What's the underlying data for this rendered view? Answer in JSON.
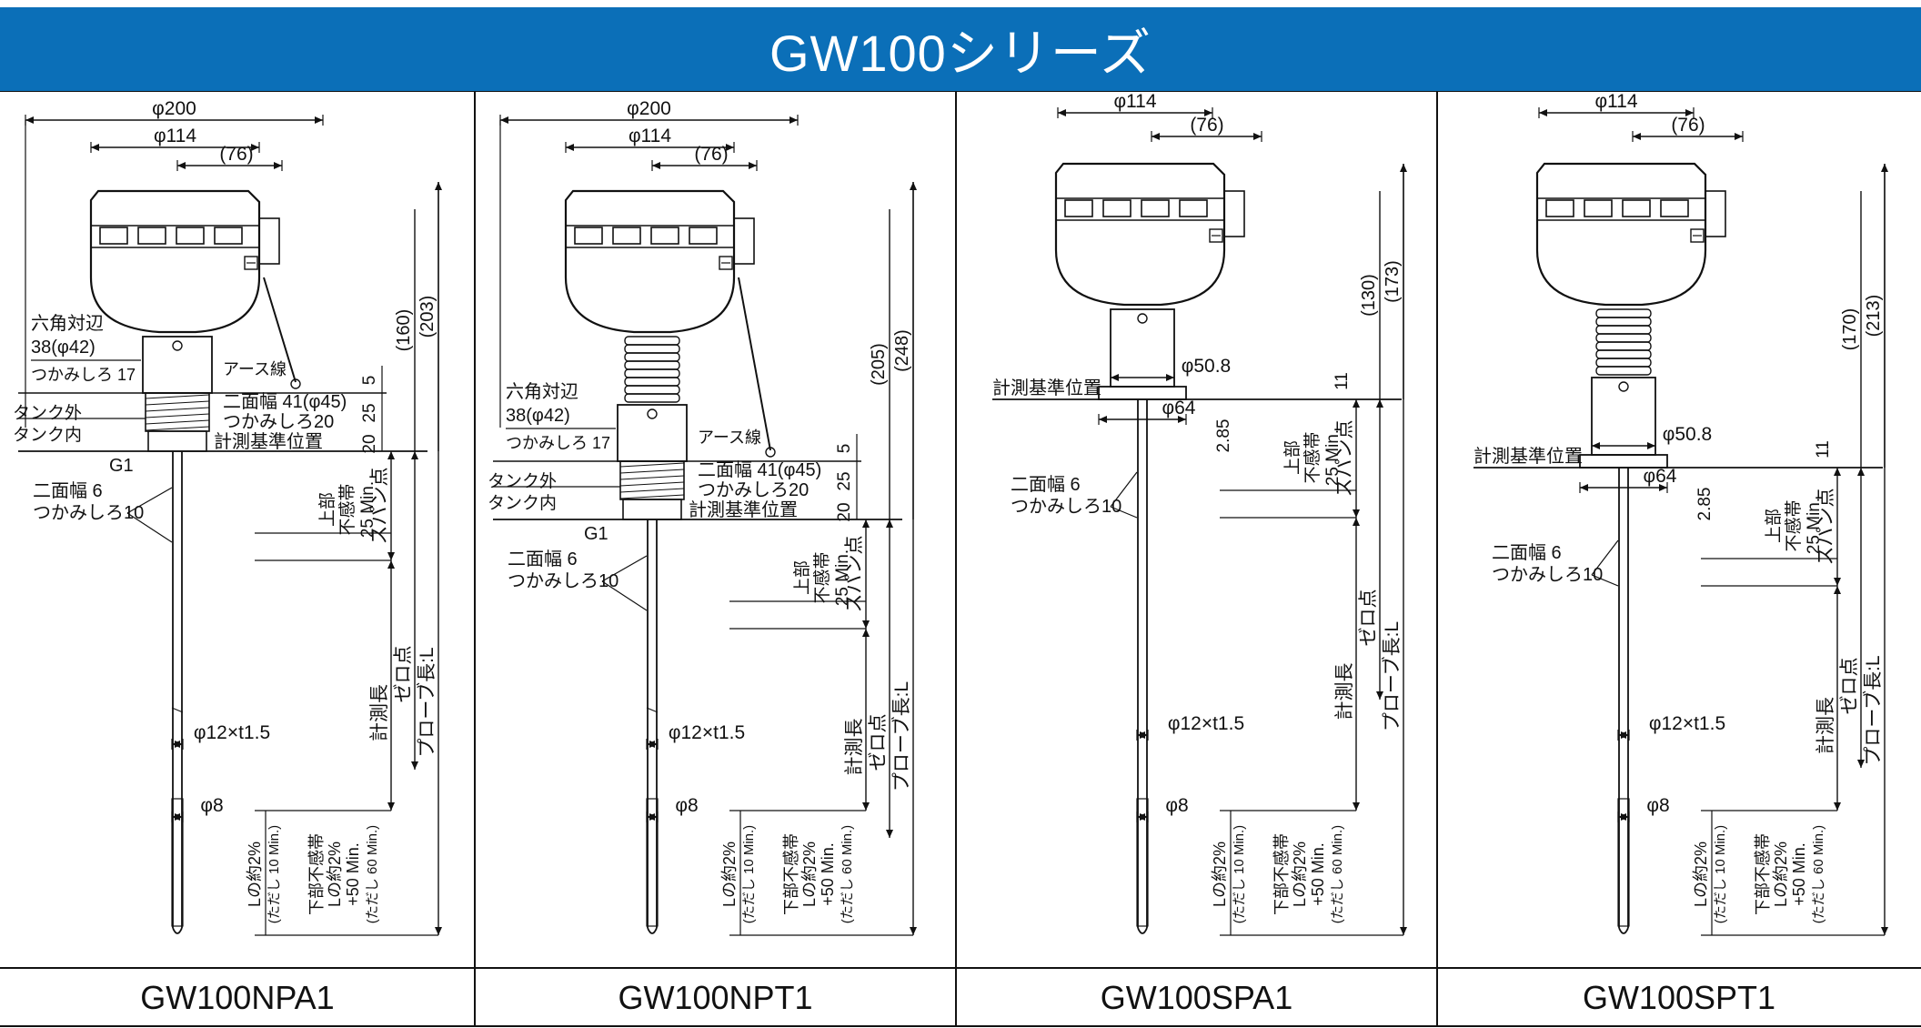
{
  "title": "GW100シリーズ",
  "colors": {
    "header_bg": "#0b6fb8",
    "header_text": "#ffffff",
    "line": "#111111"
  },
  "models": [
    "GW100NPA1",
    "GW100NPT1",
    "GW100SPA1",
    "GW100SPT1"
  ],
  "labels": {
    "d200": "φ200",
    "d114": "φ114",
    "w76": "(76)",
    "hex_a": "六角対辺",
    "hex_b": "38(φ42)",
    "hex_c": "つかみしろ 17",
    "earth": "アース線",
    "tank_out": "タンク外",
    "tank_in": "タンク内",
    "g1": "G1",
    "flat41a": "二面幅 41(φ45)",
    "flat41b": "つかみしろ20",
    "ref": "計測基準位置",
    "flat6a": "二面幅 6",
    "flat6b": "つかみしろ10",
    "upper_a": "上部",
    "upper_b": "不感帯",
    "min25": "25 Min.",
    "span": "スパン点",
    "zero": "ゼロ点",
    "meas": "計測長",
    "probe": "プローブ長:L",
    "d12": "φ12×t1.5",
    "d8": "φ8",
    "l2a": "Lの約2%",
    "l2b": "(ただし 10 Min.)",
    "lower": "下部不感帯",
    "l2c": "Lの約2%",
    "l2d": "+50 Min.",
    "l2e": "(ただし 60 Min.)",
    "v5": "5",
    "v25": "25",
    "v20": "20",
    "v160": "(160)",
    "v203": "(203)",
    "v205": "(205)",
    "v248": "(248)",
    "d508": "φ50.8",
    "d64": "φ64",
    "v11": "11",
    "v285": "2.85",
    "v130": "(130)",
    "v173": "(173)",
    "v170": "(170)",
    "v213": "(213)"
  }
}
